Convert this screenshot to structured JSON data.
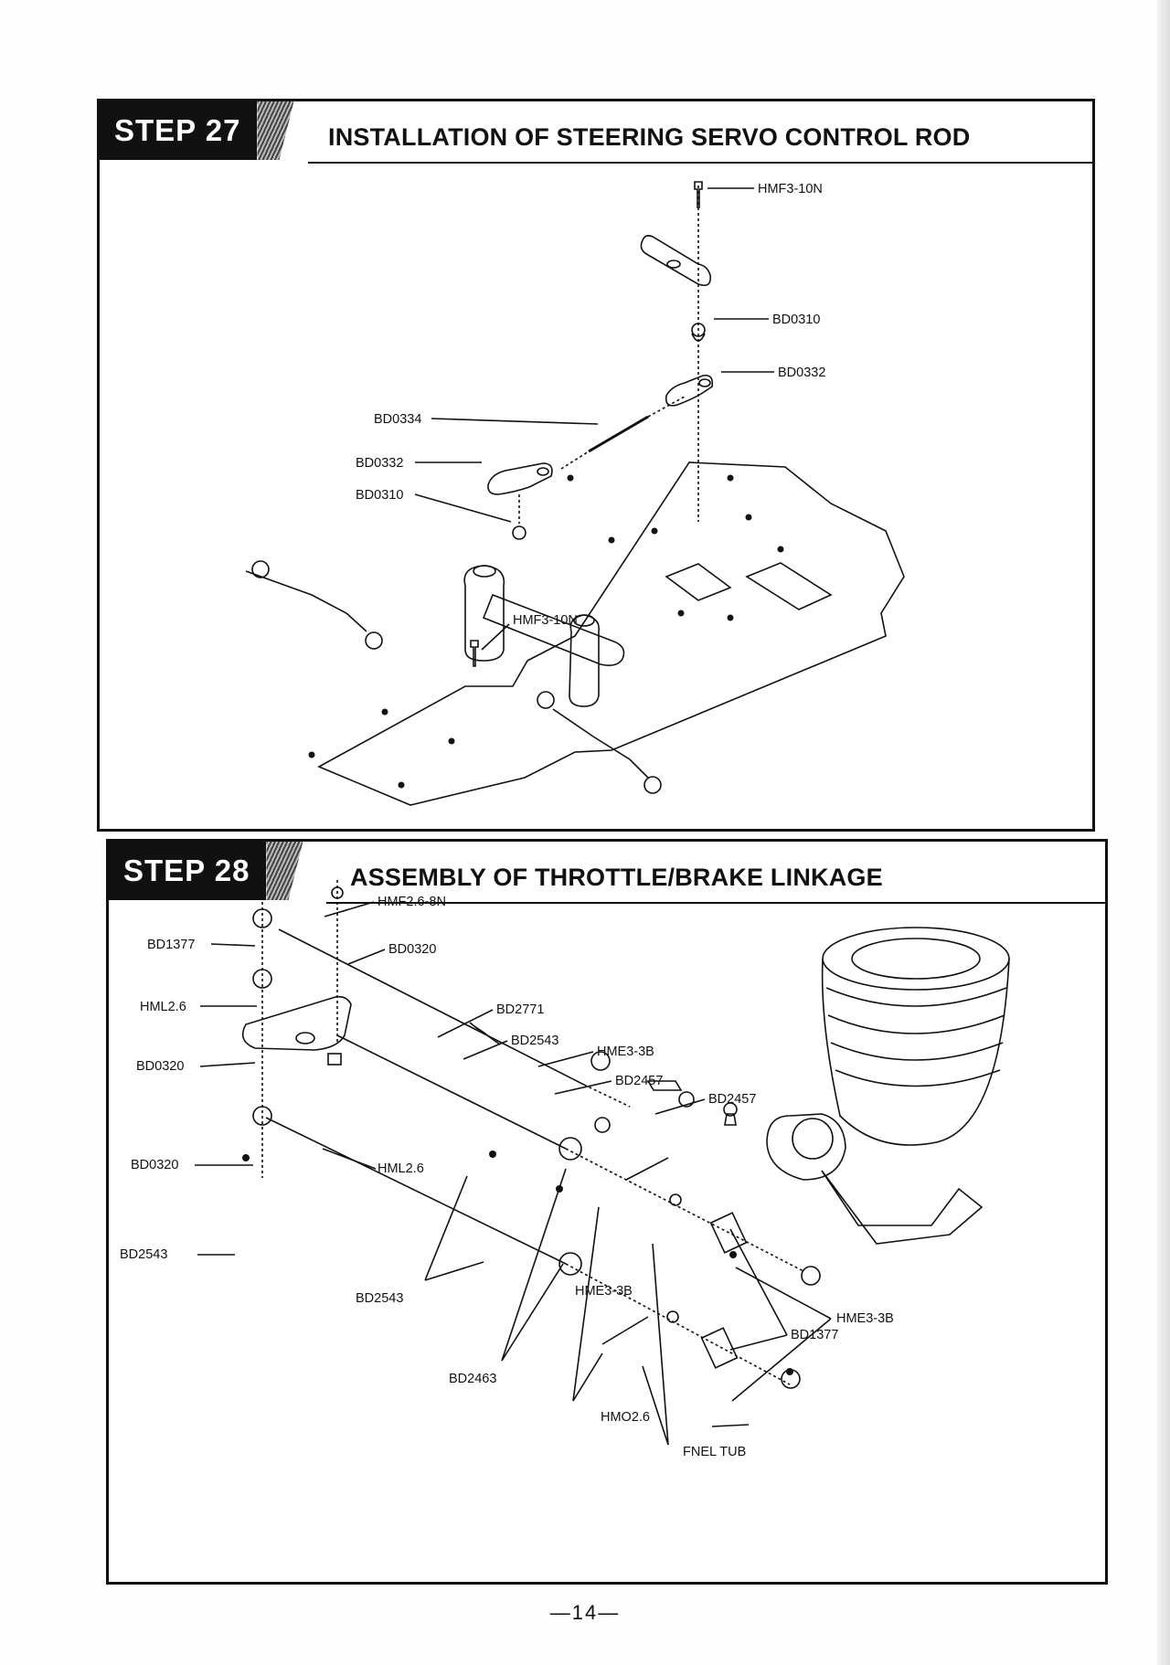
{
  "step27": {
    "tag": "STEP 27",
    "title": "INSTALLATION OF STEERING SERVO CONTROL ROD",
    "labels": {
      "top_screw": "HMF3-10N",
      "ball_top": "BD0310",
      "rod_end_top": "BD0332",
      "turnbuckle": "BD0334",
      "rod_end_bottom": "BD0332",
      "ball_bottom": "BD0310",
      "servo_screw": "HMF3-10N"
    }
  },
  "step28": {
    "tag": "STEP 28",
    "title": "ASSEMBLY OF THROTTLE/BRAKE LINKAGE",
    "labels": {
      "hme3_3b_top": "HME3-3B",
      "hmf26_8n": "HMF2.6-8N",
      "bd1377_left": "BD1377",
      "bd0320_top": "BD0320",
      "hml26_top": "HML2.6",
      "bd2771": "BD2771",
      "bd2543_spring": "BD2543",
      "bd0320_mid": "BD0320",
      "hme3_3b_mid": "HME3-3B",
      "bd2457_a": "BD2457",
      "bd2457_b": "BD2457",
      "hml26_bottom": "HML2.6",
      "bd0320_bottom": "BD0320",
      "bd2543_screw": "BD2543",
      "hme3_3b_low": "HME3-3B",
      "bd2543_rods": "BD2543",
      "hme3_3b_right": "HME3-3B",
      "bd2463": "BD2463",
      "bd1377_right": "BD1377",
      "hmo26": "HMO2.6",
      "fnel_tub": "FNEL TUB"
    }
  },
  "footer": {
    "page_number": "—14—"
  }
}
